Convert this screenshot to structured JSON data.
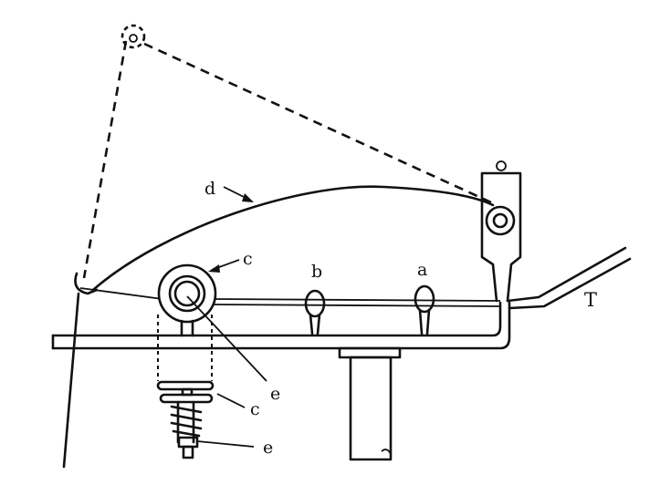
{
  "labels": {
    "d": "d",
    "c_top": "c",
    "b": "b",
    "a": "a",
    "T": "T",
    "e_top": "e",
    "c_bottom": "c",
    "e_bottom": "e"
  }
}
